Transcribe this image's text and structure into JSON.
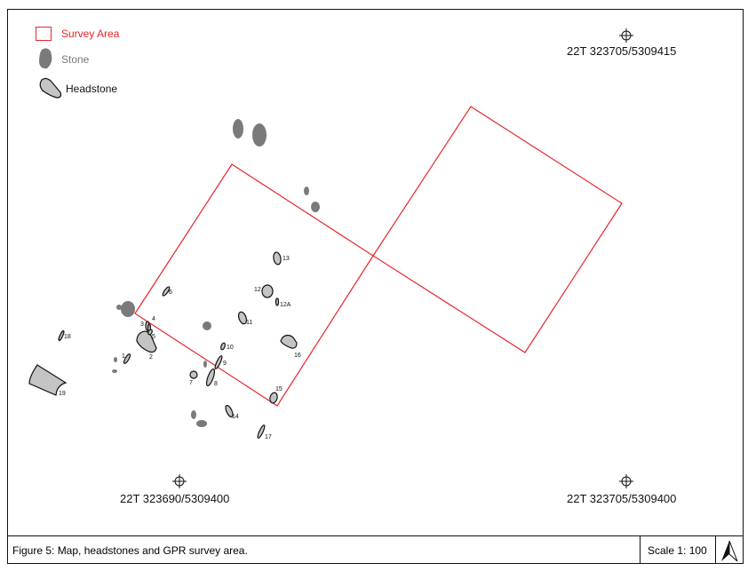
{
  "legend": {
    "survey_area": "Survey Area",
    "stone": "Stone",
    "headstone": "Headstone"
  },
  "coordinates": {
    "top_right": "22T 323705/5309415",
    "bottom_left": "22T 323690/5309400",
    "bottom_right": "22T 323705/5309400"
  },
  "headstone_labels": [
    "1",
    "2",
    "3",
    "4",
    "5",
    "6",
    "7",
    "8",
    "9",
    "10",
    "11",
    "12",
    "12A",
    "13",
    "14",
    "15",
    "16",
    "17",
    "18",
    "19"
  ],
  "footer": {
    "caption": "Figure 5: Map, headstones and GPR survey area.",
    "scale": "Scale 1: 100"
  },
  "colors": {
    "survey": "#e8262b",
    "stone": "#7a7a7a",
    "headstone": "#c4c4c4"
  }
}
